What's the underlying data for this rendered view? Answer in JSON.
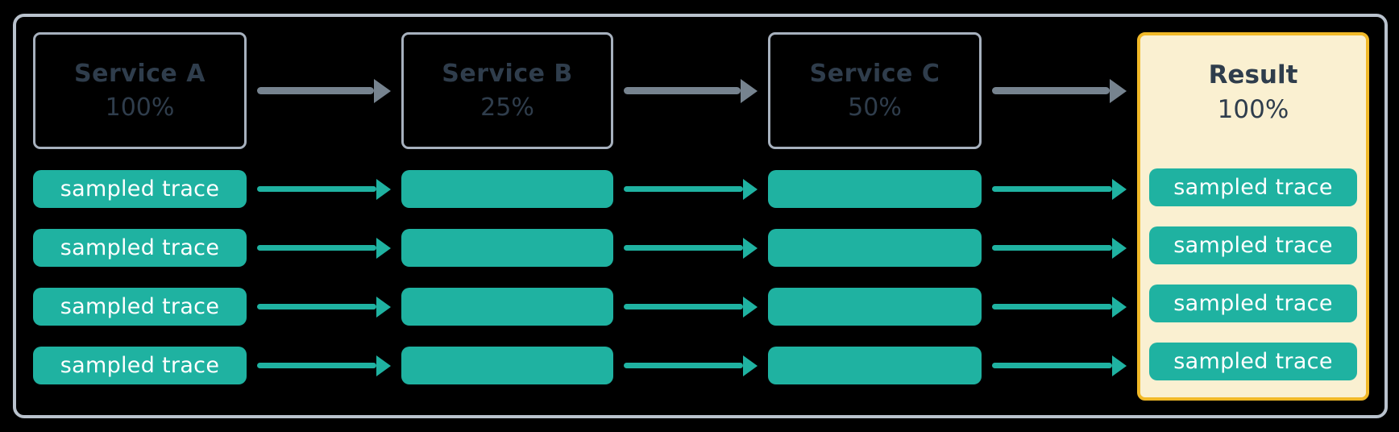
{
  "colors": {
    "teal": "#1FB2A1",
    "slate_arrow": "#76838F",
    "box_border": "#A7B1BE",
    "frame_border": "#B9C2CD",
    "dark_text": "#2F3D4C",
    "result_bg": "#FAF0D1",
    "result_border": "#F1B928",
    "pill_text": "#FFFFFF",
    "background": "#000000"
  },
  "services": [
    {
      "name": "Service A",
      "sample_rate": "100%"
    },
    {
      "name": "Service B",
      "sample_rate": "25%"
    },
    {
      "name": "Service C",
      "sample_rate": "50%"
    }
  ],
  "result": {
    "name": "Result",
    "sample_rate": "100%"
  },
  "trace_label": "sampled trace",
  "trace_rows": 4
}
